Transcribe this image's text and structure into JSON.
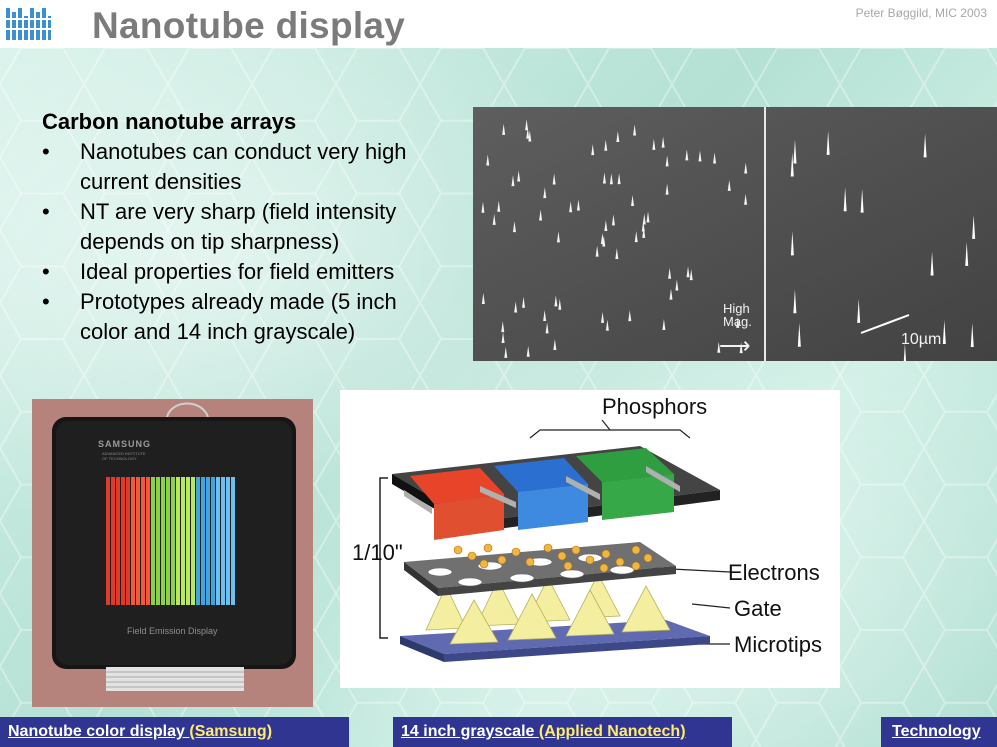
{
  "header": {
    "title": "Nanotube display",
    "credit": "Peter Bøggild, MIC 2003",
    "logo_icon": "mic-logo-icon"
  },
  "content": {
    "heading": "Carbon nanotube arrays",
    "bullet_symbol": "•",
    "bullets": [
      {
        "line1": "Nanotubes can conduct very high",
        "line2": "current densities"
      },
      {
        "line1": "NT are very sharp (field intensity",
        "line2": "depends on tip sharpness)"
      },
      {
        "line1": "Ideal properties for field emitters",
        "line2": ""
      },
      {
        "line1": "Prototypes already made (5 inch",
        "line2": "color and 14 inch grayscale)"
      }
    ]
  },
  "sem_image": {
    "label_line1": "High",
    "label_line2": "Mag.",
    "arrow": "⟶",
    "scale": "10µm"
  },
  "photo": {
    "brand": "SAMSUNG",
    "sub1": "ADVANCED INSTITUTE",
    "sub2": "OF TECHNOLOGY",
    "caption": "Field Emission Display"
  },
  "diagram": {
    "phosphors": "Phosphors",
    "height": "1/10\"",
    "electrons": "Electrons",
    "gate": "Gate",
    "microtips": "Microtips"
  },
  "footer": {
    "link1_main": "Nanotube color display ",
    "link1_extra": "(Samsung)",
    "link2_main": "14 inch grayscale ",
    "link2_extra": "(Applied Nanotech)",
    "link3": "Technology"
  },
  "colors": {
    "footer_bg": "#2f3590",
    "footer_highlight": "#ffeb6e",
    "title_gray": "#7b7b7b"
  }
}
